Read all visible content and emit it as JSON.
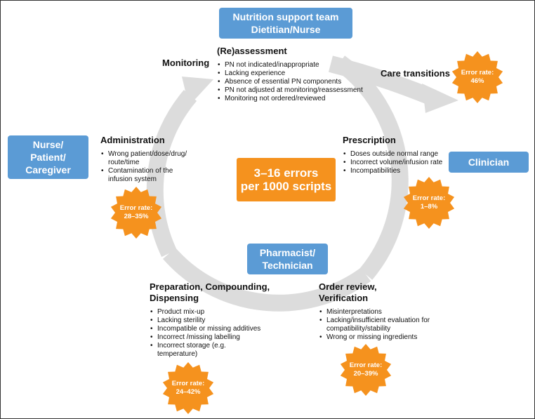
{
  "roles": {
    "nutrition_team": [
      "Nutrition support team",
      "Dietitian/Nurse"
    ],
    "nurse_patient": [
      "Nurse/",
      "Patient/",
      "Caregiver"
    ],
    "clinician": [
      "Clinician"
    ],
    "pharmacist": [
      "Pharmacist/",
      "Technician"
    ]
  },
  "center": [
    "3–16 errors",
    "per 1000 scripts"
  ],
  "labels": {
    "monitoring": "Monitoring",
    "care_transitions": "Care transitions"
  },
  "stages": {
    "reassessment": {
      "title": "(Re)assessment",
      "items": [
        "PN not indicated/inappropriate",
        "Lacking experience",
        "Absence of essential PN components",
        "PN not adjusted at monitoring/reassessment",
        "Monitoring not ordered/reviewed"
      ]
    },
    "administration": {
      "title": "Administration",
      "items": [
        "Wrong patient/dose/drug/ route/time",
        "Contamination of the infusion system"
      ]
    },
    "prescription": {
      "title": "Prescription",
      "items": [
        "Doses outside normal range",
        "Incorrect volume/infusion rate",
        "Incompatibilities"
      ]
    },
    "preparation": {
      "title": [
        "Preparation, Compounding,",
        "Dispensing"
      ],
      "items": [
        "Product mix-up",
        "Lacking sterility",
        "Incompatible or missing additives",
        "Incorrect /missing labelling",
        "Incorrect storage (e.g. temperature)"
      ]
    },
    "order_review": {
      "title": [
        "Order review,",
        "Verification"
      ],
      "items": [
        "Misinterpretations",
        "Lacking/insufficient evaluation for compatibility/stability",
        "Wrong or missing ingredients"
      ]
    }
  },
  "error_rates": {
    "care_transitions": [
      "Error rate:",
      "46%"
    ],
    "prescription": [
      "Error rate:",
      "1–8%"
    ],
    "administration": [
      "Error rate:",
      "28–35%"
    ],
    "preparation": [
      "Error rate:",
      "24–42%"
    ],
    "order_review": [
      "Error rate:",
      "20–39%"
    ]
  },
  "colors": {
    "role_blue": "#5b9bd5",
    "orange": "#f5921e",
    "arrow_gray": "#dcdcdc"
  }
}
